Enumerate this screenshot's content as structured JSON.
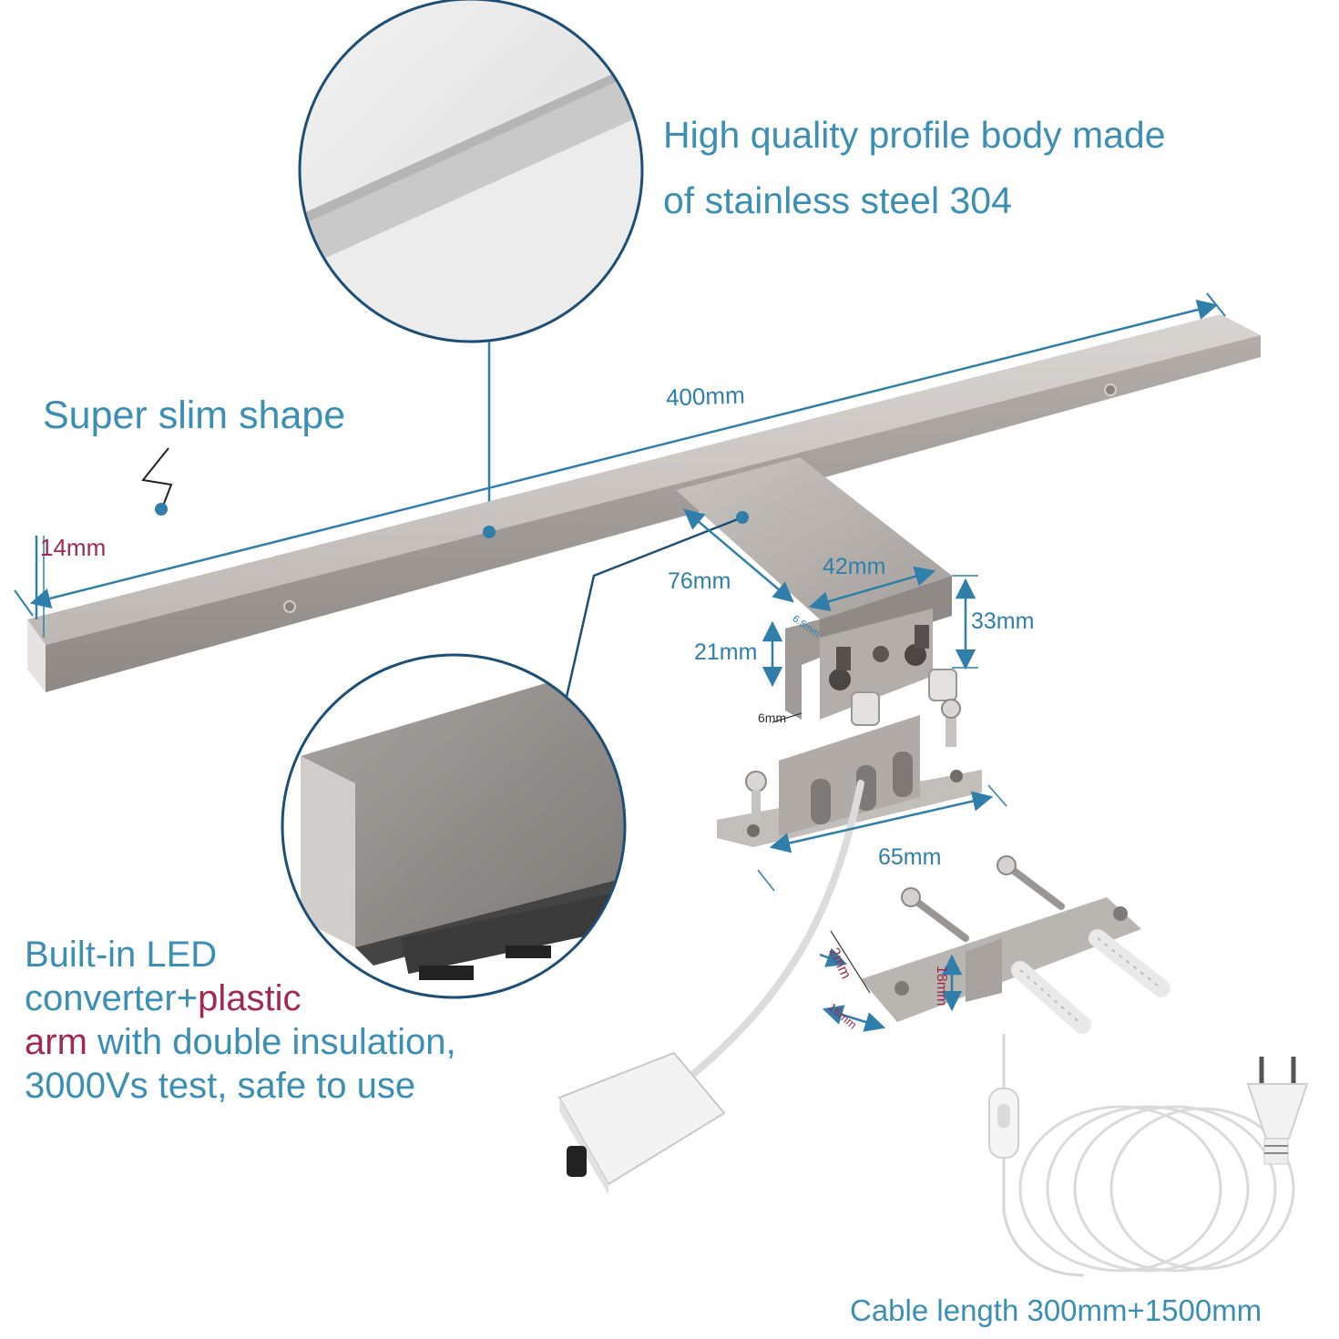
{
  "features": {
    "steel_line1": "High quality profile body made",
    "steel_line2": "of stainless steel 304",
    "slim": "Super slim shape",
    "led_line1": "Built-in LED",
    "led_line2a": "converter+",
    "led_line2b": "plastic",
    "led_line3a": "arm",
    "led_line3b": " with double insulation,",
    "led_line4": "3000Vs test, safe to use"
  },
  "cable_length": "Cable length 300mm+1500mm",
  "dimensions": {
    "length": "400mm",
    "height": "14mm",
    "arm_length": "76mm",
    "arm_width": "42mm",
    "arm_height": "33mm",
    "block_height": "21mm",
    "block_depth": "6.5mm",
    "bottom_offset": "6mm",
    "base_length": "65mm",
    "plate_thickness": "2mm",
    "plate_height": "18mm",
    "plate_width": "16mm"
  },
  "colors": {
    "text_blue": "#3b8fb4",
    "accent_red": "#a1294f",
    "steel": "#b4afab",
    "circle_border": "#1d4f76"
  }
}
